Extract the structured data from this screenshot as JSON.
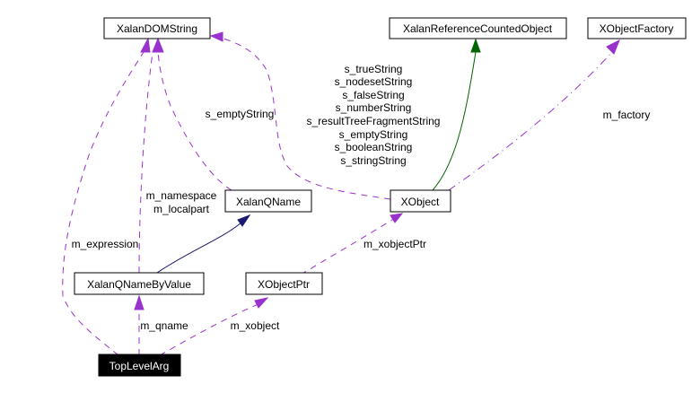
{
  "diagram": {
    "type": "collaboration-graph",
    "colors": {
      "usage_edge": "#9a32cd",
      "inherit_edge_public": "#006400",
      "inherit_edge_blue": "#191970",
      "focus_node_fill": "#000000",
      "focus_node_text": "#ffffff"
    },
    "nodes": {
      "xalan_dom_string": "XalanDOMString",
      "xalan_reference_counted_object": "XalanReferenceCountedObject",
      "xobject_factory": "XObjectFactory",
      "xalan_qname": "XalanQName",
      "xobject": "XObject",
      "xalan_qname_by_value": "XalanQNameByValue",
      "xobject_ptr": "XObjectPtr",
      "top_level_arg": "TopLevelArg"
    },
    "edge_labels": {
      "s_empty_string": "s_emptyString",
      "xobject_strings": [
        "s_trueString",
        "s_nodesetString",
        "s_falseString",
        "s_numberString",
        "s_resultTreeFragmentString",
        "s_emptyString",
        "s_booleanString",
        "s_stringString"
      ],
      "m_factory": "m_factory",
      "qname_members": [
        "m_namespace",
        "m_localpart"
      ],
      "m_expression": "m_expression",
      "m_xobject_ptr": "m_xobjectPtr",
      "m_qname": "m_qname",
      "m_xobject": "m_xobject"
    }
  }
}
